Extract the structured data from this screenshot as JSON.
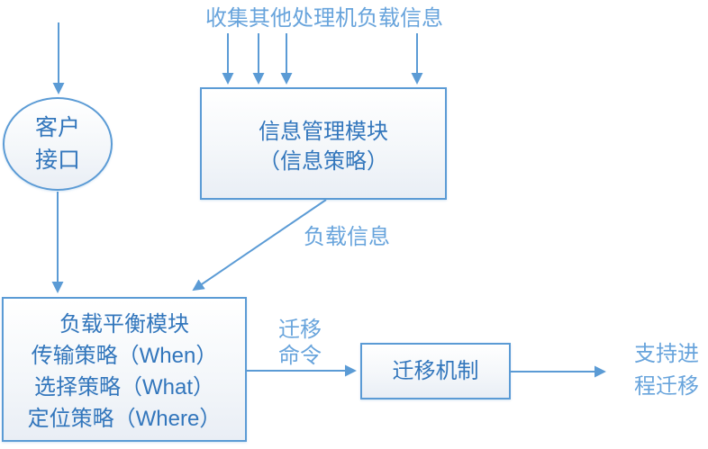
{
  "colors": {
    "accent": "#5B9BD5",
    "shape_text": "#3276BC",
    "label_text": "#68A4DC",
    "shape_fill_top": "#FFFFFF",
    "shape_fill_bottom": "#E9EEF5"
  },
  "diagram": {
    "collect_label": "收集其他处理机负载信息",
    "client_interface": {
      "line1": "客户",
      "line2": "接口"
    },
    "info_module": {
      "line1": "信息管理模块",
      "line2": "（信息策略）"
    },
    "load_info_label": "负载信息",
    "load_balance_module": {
      "line1": "负载平衡模块",
      "line2": "传输策略（When）",
      "line3": "选择策略（What）",
      "line4": "定位策略（Where）"
    },
    "migrate_command": {
      "line1": "迁移",
      "line2": "命令"
    },
    "migration_mechanism": {
      "label": "迁移机制"
    },
    "output_label": {
      "line1": "支持进",
      "line2": "程迁移"
    }
  }
}
